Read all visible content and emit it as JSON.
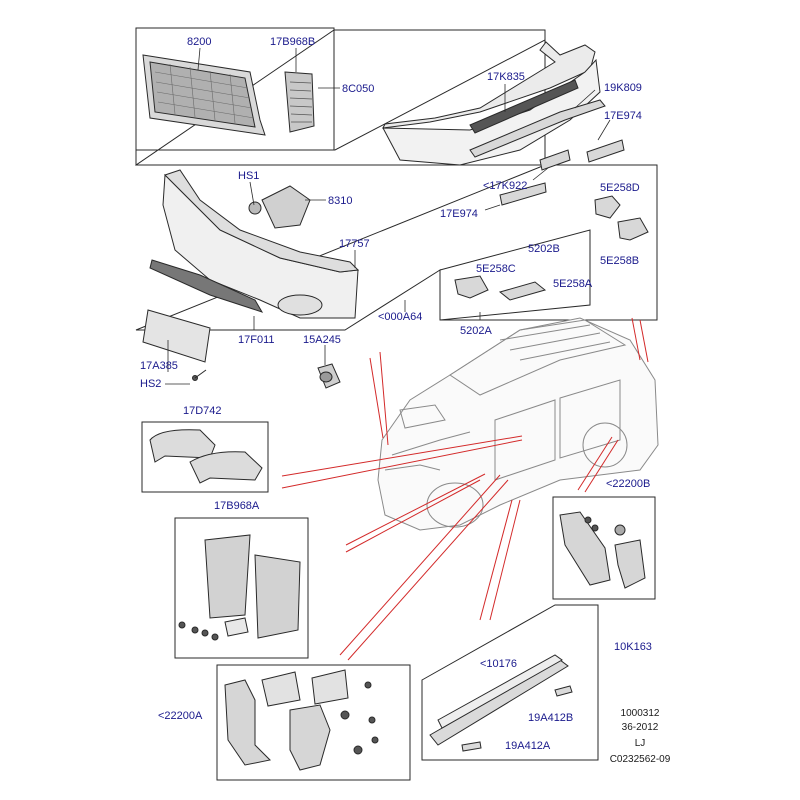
{
  "colors": {
    "label": "#1a1a8c",
    "outline": "#2a2a2a",
    "leader": "#d32a2a",
    "part_fill": "#e6e6e6",
    "part_dark": "#9a9a9a"
  },
  "labels": {
    "p8200": "8200",
    "p17B968B": "17B968B",
    "p8C050": "8C050",
    "p17K835": "17K835",
    "p19K809": "19K809",
    "p17E974a": "17E974",
    "p17K922": "<17K922",
    "p17E974b": "17E974",
    "hs1": "HS1",
    "p8310": "8310",
    "p17757": "17757",
    "p5E258D": "5E258D",
    "p5202B": "5202B",
    "p5E258B": "5E258B",
    "p5E258C": "5E258C",
    "p5E258A": "5E258A",
    "p17F011": "17F011",
    "p000A64": "<000A64",
    "p5202A": "5202A",
    "p17A385": "17A385",
    "hs2": "HS2",
    "p15A245": "15A245",
    "p17D742": "17D742",
    "p22200B": "<22200B",
    "p17B968A": "17B968A",
    "p10K163": "10K163",
    "p10176": "<10176",
    "p19A412B": "19A412B",
    "p19A412A": "19A412A",
    "p22200A": "<22200A"
  },
  "reference": {
    "line1": "1000312",
    "line2": "36-2012",
    "line3": "LJ",
    "line4": "C0232562-09"
  }
}
